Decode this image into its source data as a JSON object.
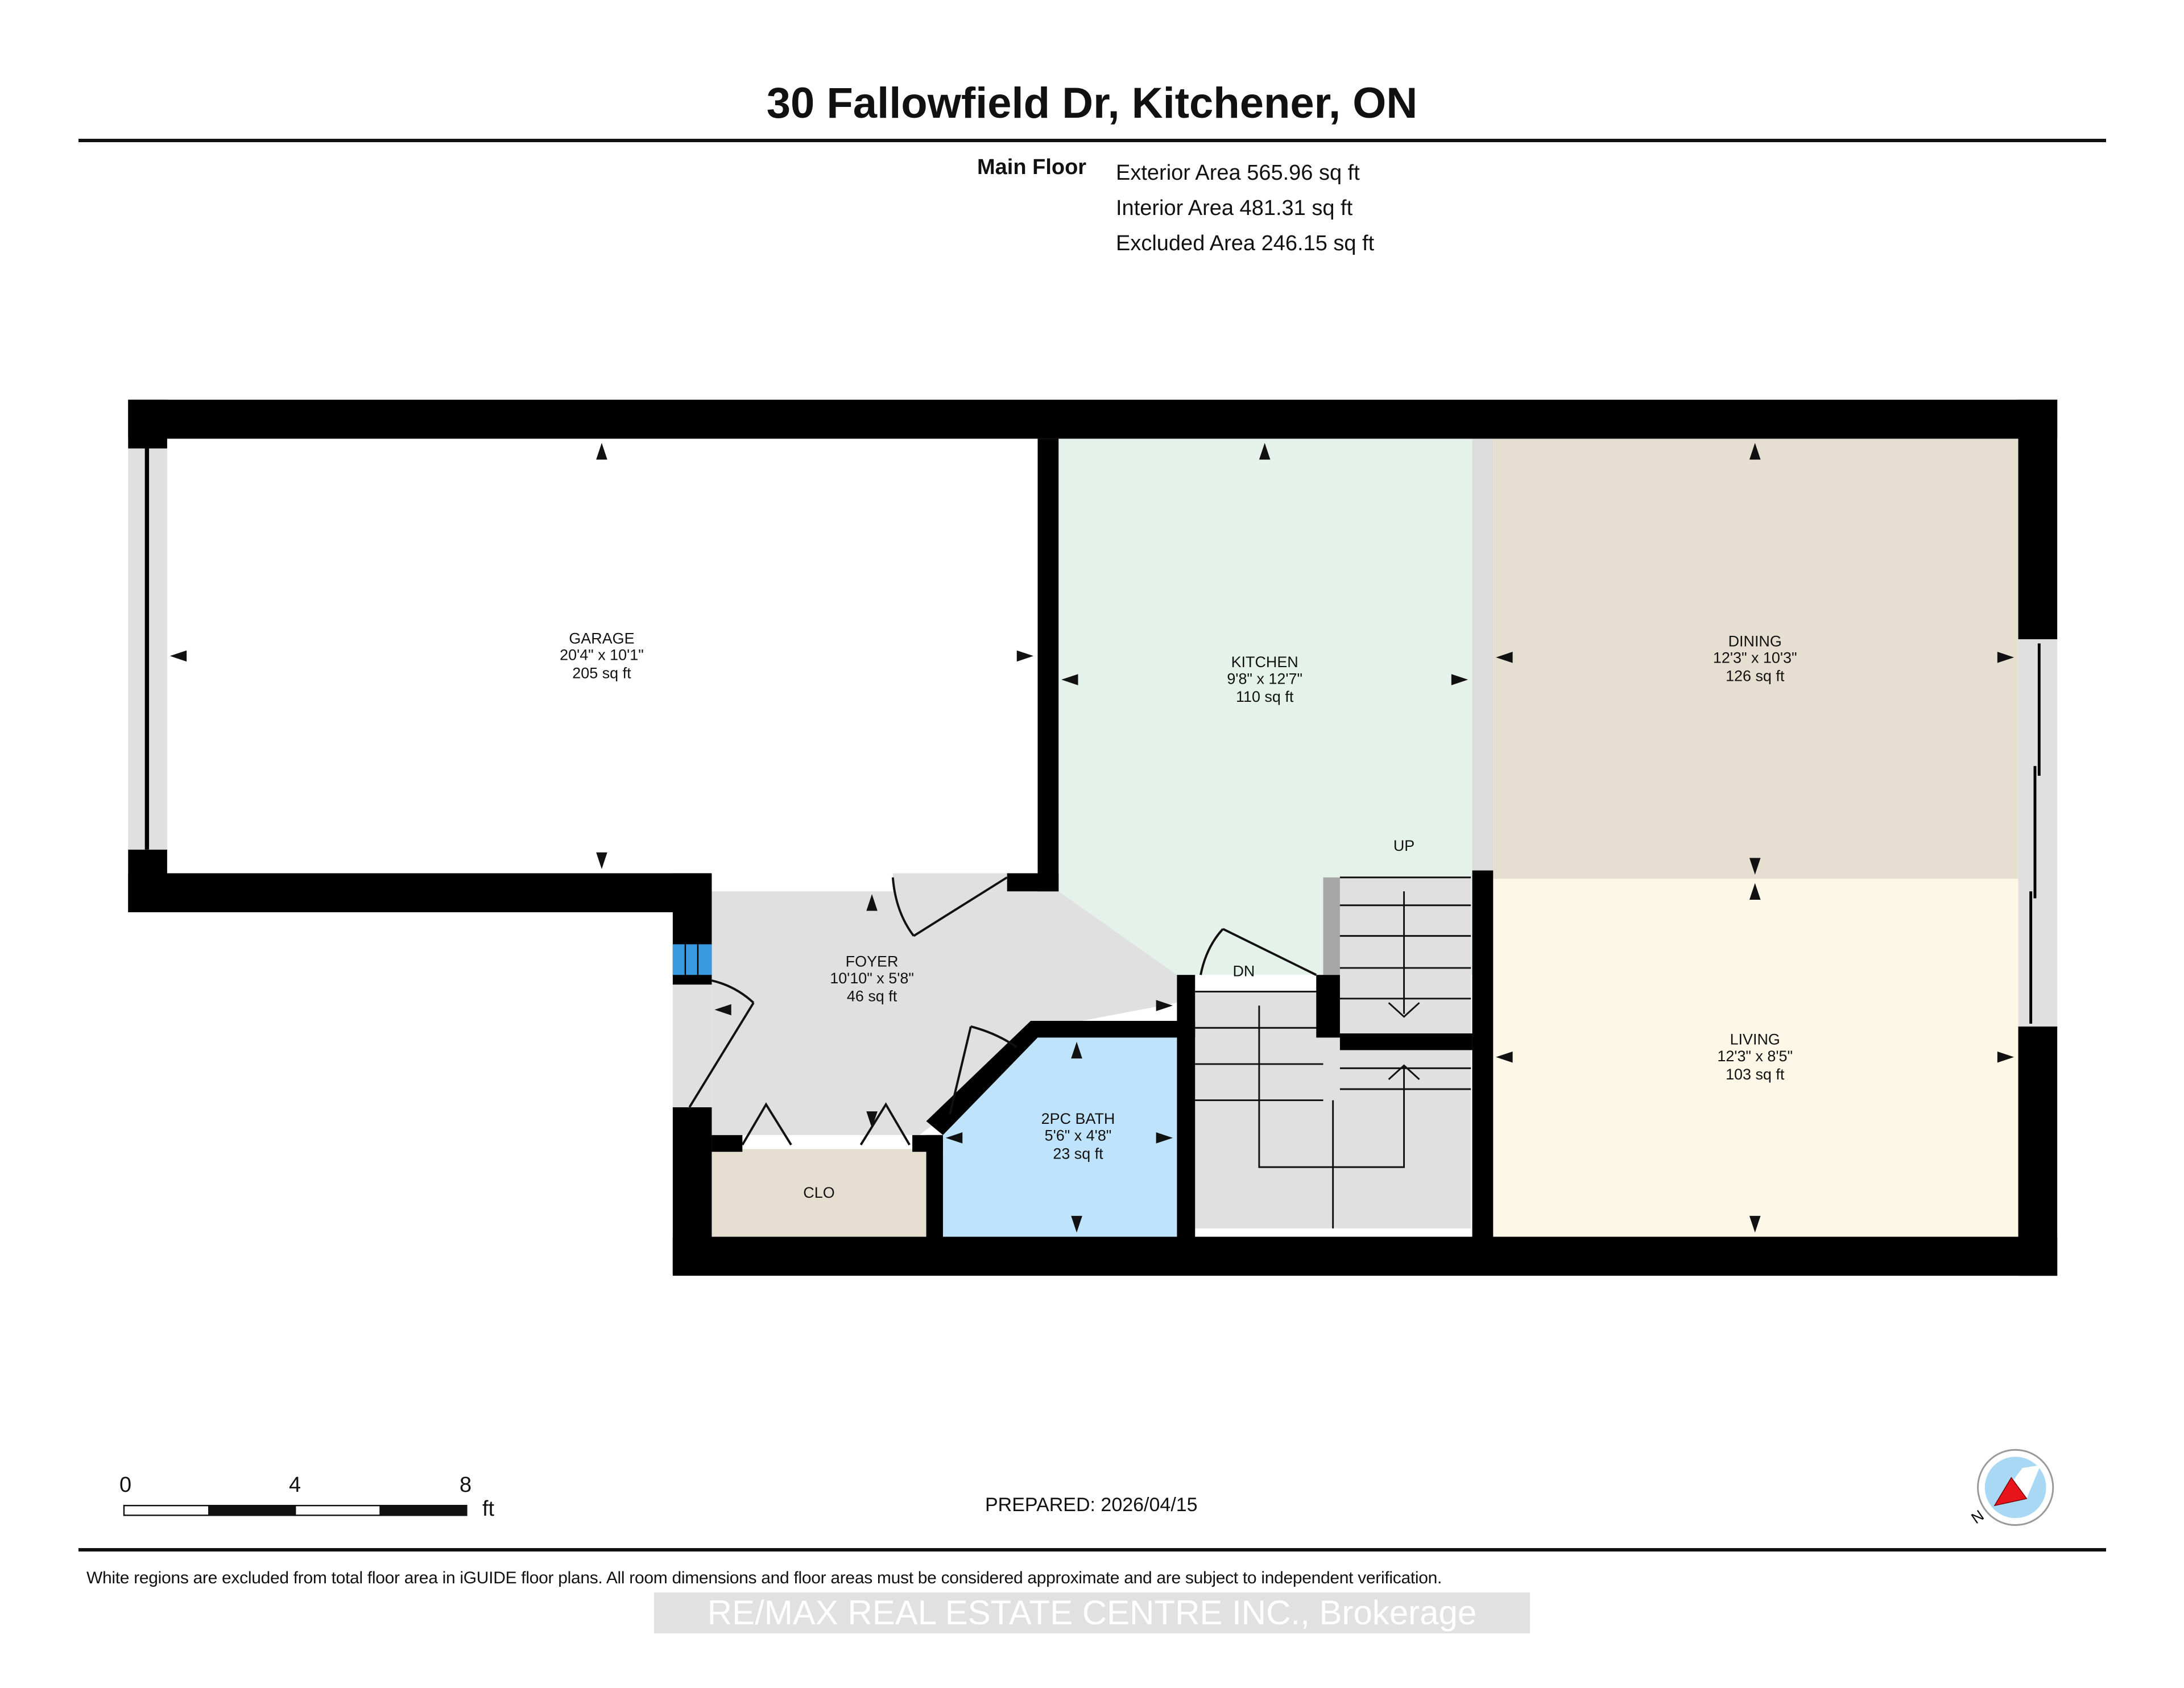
{
  "header": {
    "title": "30 Fallowfield Dr, Kitchener, ON"
  },
  "areas": {
    "floor_label": "Main Floor",
    "exterior": "Exterior Area 565.96 sq ft",
    "interior": "Interior Area 481.31 sq ft",
    "excluded": "Excluded Area 246.15 sq ft"
  },
  "rooms": [
    {
      "name": "GARAGE",
      "dims": "20'4\" x 10'1\"",
      "area": "205 sq ft",
      "color": "#ffffff"
    },
    {
      "name": "KITCHEN",
      "dims": "9'8\" x 12'7\"",
      "area": "110 sq ft",
      "color": "#e5f2ec"
    },
    {
      "name": "DINING",
      "dims": "12'3\" x 10'3\"",
      "area": "126 sq ft",
      "color": "#e6dfd1"
    },
    {
      "name": "LIVING",
      "dims": "12'3\" x 8'5\"",
      "area": "103 sq ft",
      "color": "#fcf7e6"
    },
    {
      "name": "FOYER",
      "dims": "10'10\" x 5'8\"",
      "area": "46 sq ft",
      "color": "#e0e0e0"
    },
    {
      "name": "2PC BATH",
      "dims": "5'6\" x 4'8\"",
      "area": "23 sq ft",
      "color": "#bfe3fa"
    },
    {
      "name": "CLO",
      "color": "#e6dfd1"
    }
  ],
  "stairs": {
    "up_label": "UP",
    "down_label": "DN"
  },
  "colors": {
    "wall": "#000000",
    "stair": "#e0e0e0",
    "window": "#e0e0e0",
    "compass_fill": "#a8d8f4",
    "compass_needle": "#e8141c"
  },
  "scale_bar": {
    "ticks": [
      "0",
      "4",
      "8"
    ],
    "unit": "ft"
  },
  "compass": {
    "label": "N"
  },
  "footer": {
    "prepared": "PREPARED: 2026/04/15",
    "disclaimer": "White regions are excluded from total floor area in iGUIDE floor plans. All room dimensions and floor areas must be considered approximate and are subject to independent verification.",
    "watermark": "RE/MAX REAL ESTATE CENTRE INC., Brokerage"
  }
}
